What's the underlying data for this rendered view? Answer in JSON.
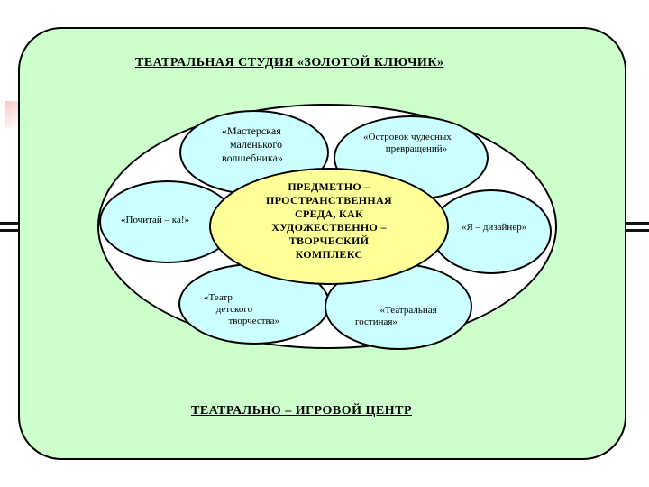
{
  "top_title": "ТЕАТРАЛЬНАЯ  СТУДИЯ  «ЗОЛОТОЙ  КЛЮЧИК»",
  "bottom_title": "ТЕАТРАЛЬНО – ИГРОВОЙ  ЦЕНТР",
  "center_text": "ПРЕДМЕТНО –\nПРОСТРАНСТВЕННАЯ\nСРЕДА, КАК\nХУДОЖЕСТВЕННО –\nТВОРЧЕСКИЙ\nКОМПЛЕКС",
  "petals": [
    "«Мастерская\n   маленького\nволшебника»",
    "«Островок чудесных\n         превращений»",
    "«Почитай – ка!»",
    "«Я – дизайнер»",
    "«Театр\n     детского\n          творчества»",
    "          «Театральная\nгостиная»"
  ],
  "colors": {
    "panel": "#ccffcc",
    "petal": "#ccffff",
    "center": "#ffff99",
    "outer_oval": "#ffffff"
  }
}
